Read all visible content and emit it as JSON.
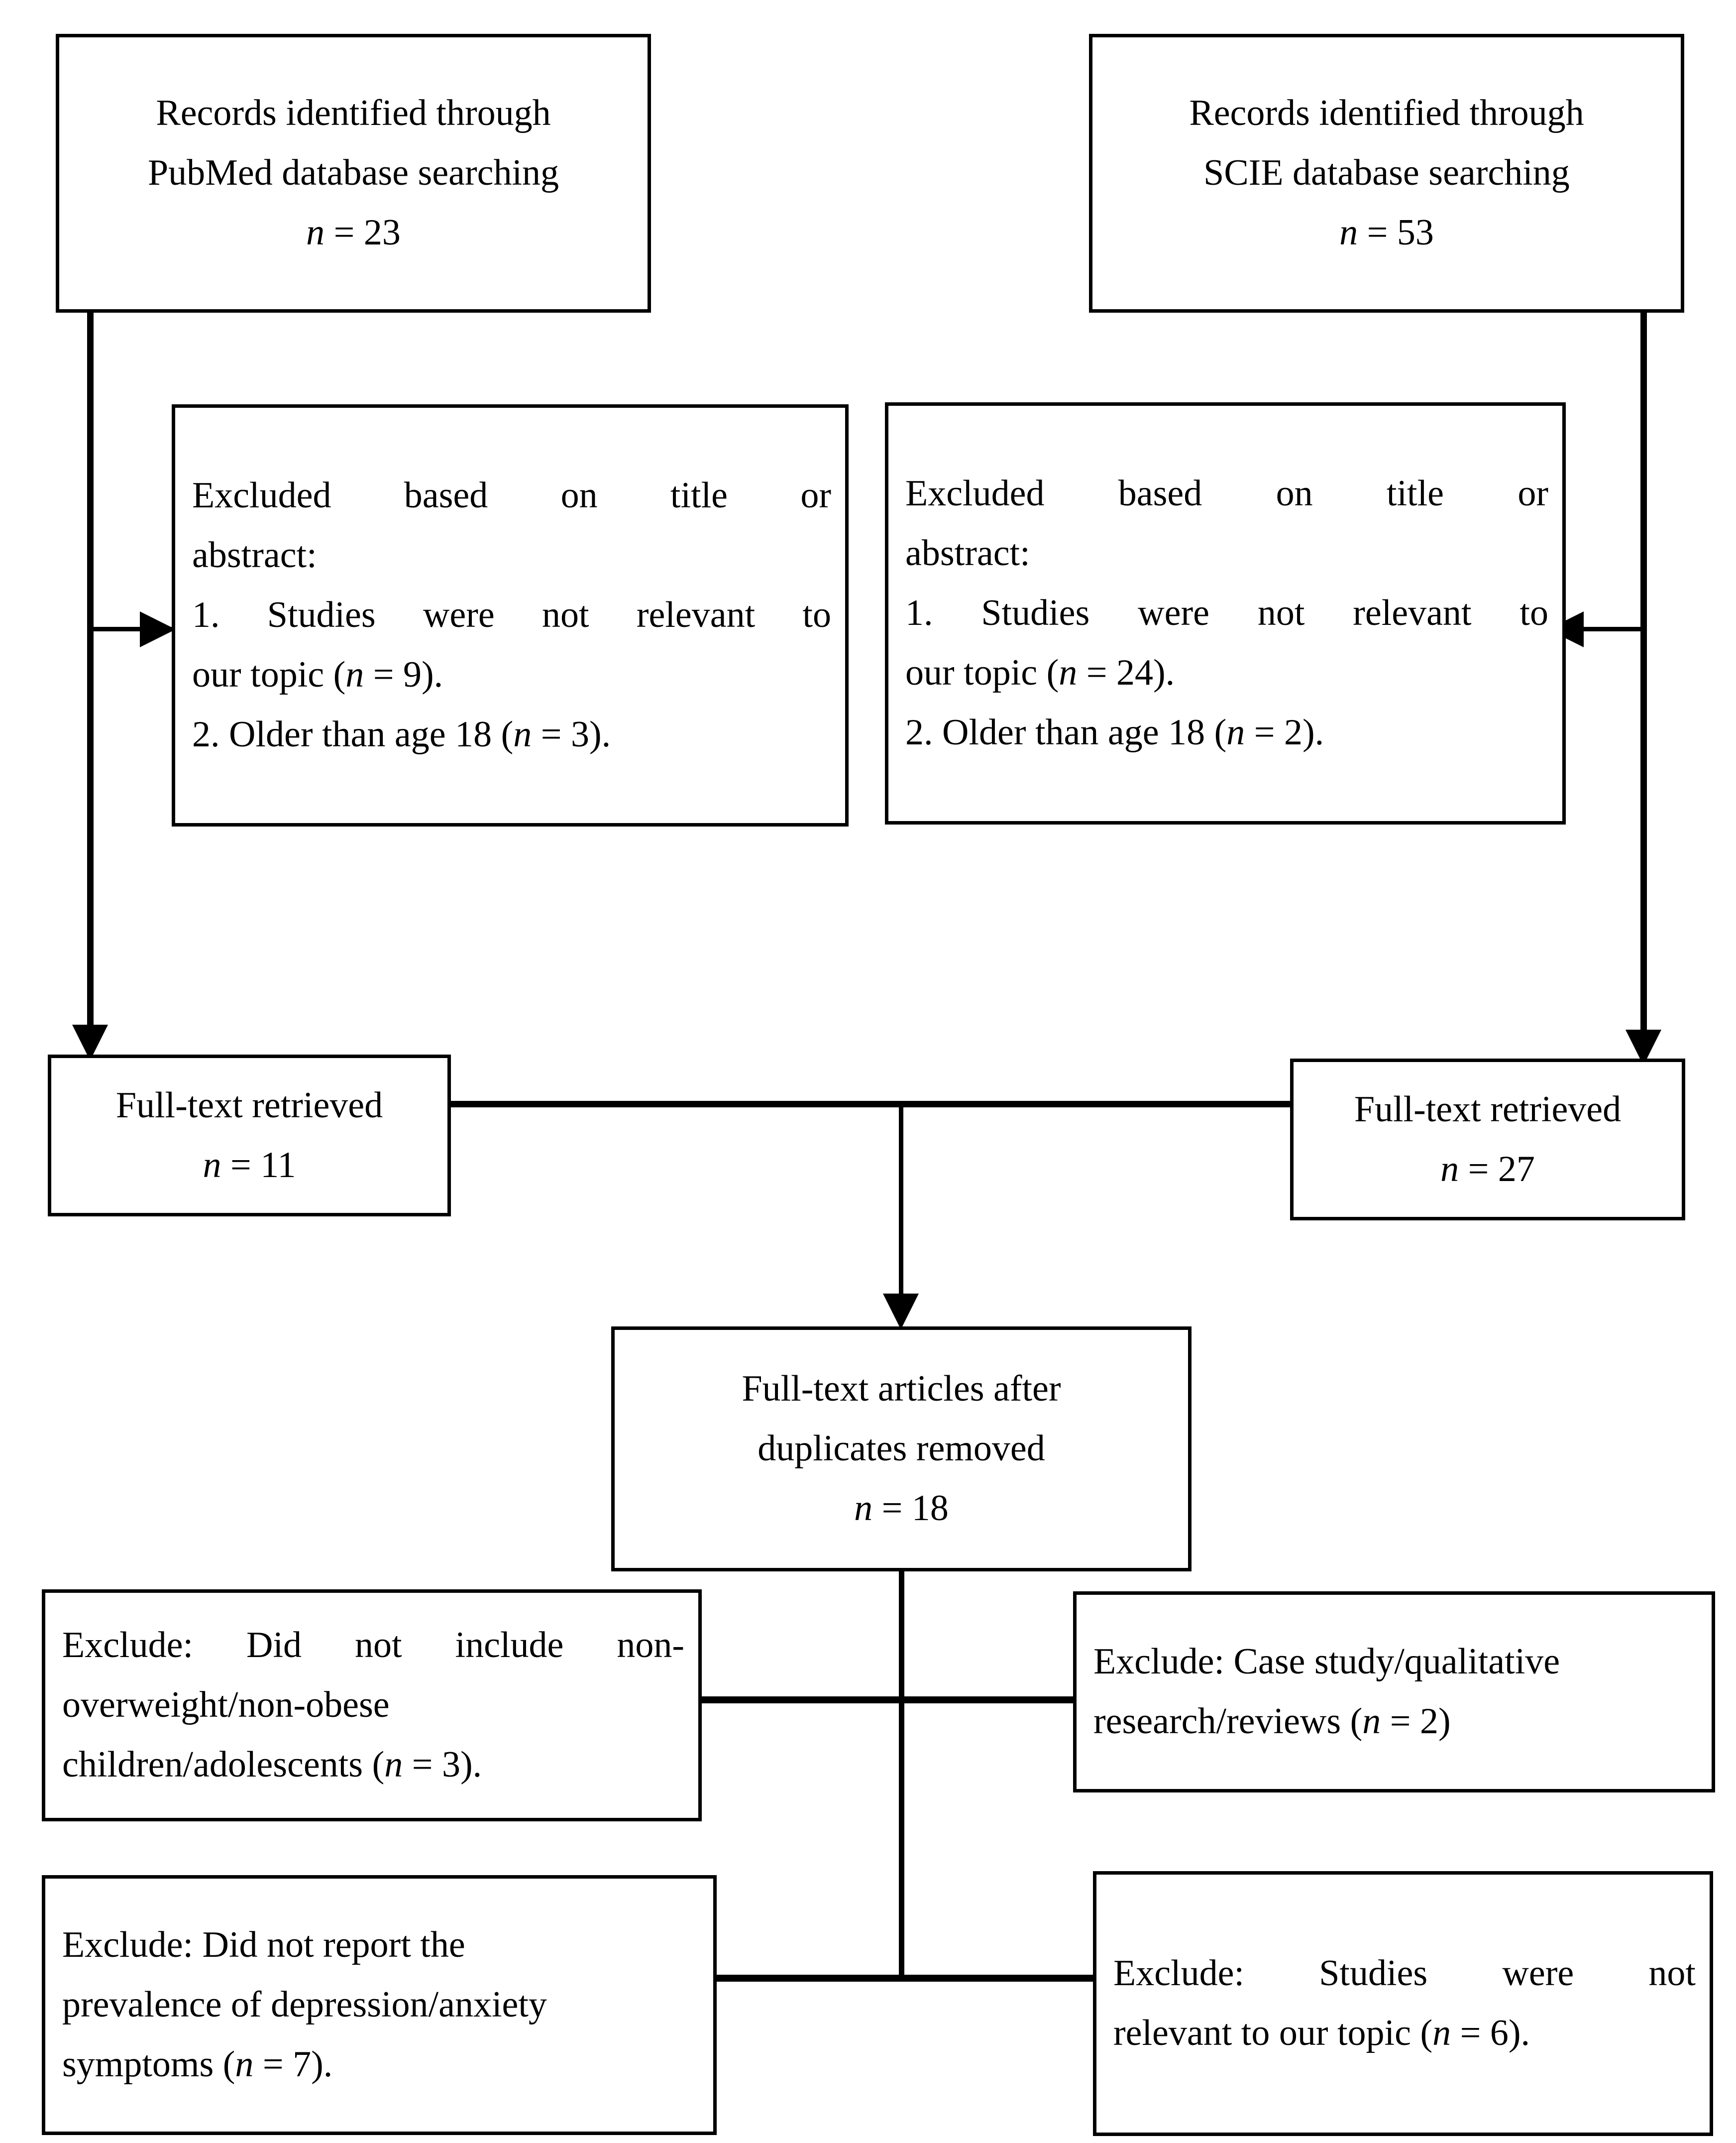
{
  "diagram": {
    "type": "prisma-flow-diagram",
    "title": "",
    "n_symbol": "n",
    "nodes": {
      "pubmed_source": {
        "lines": [
          "Records identified through",
          "PubMed database searching",
          "n = 23"
        ],
        "count": 23
      },
      "scie_source": {
        "lines": [
          "Records identified through",
          "SCIE database searching",
          "n = 53"
        ],
        "count": 53
      },
      "pubmed_excluded": {
        "lines": [
          "Excluded based on title or",
          "abstract:",
          "1. Studies were not relevant to",
          "our topic (n = 9).",
          "2. Older than age 18 (n = 3)."
        ],
        "counts": {
          "not_relevant": 9,
          "older_than_18": 3
        }
      },
      "scie_excluded": {
        "lines": [
          "Excluded based on title or",
          "abstract:",
          "1. Studies were not relevant to",
          "our topic (n = 24).",
          "2. Older than age 18 (n = 2)."
        ],
        "counts": {
          "not_relevant": 24,
          "older_than_18": 2
        }
      },
      "pubmed_fulltext": {
        "lines": [
          "Full-text retrieved",
          "n = 11"
        ],
        "count": 11
      },
      "scie_fulltext": {
        "lines": [
          "Full-text retrieved",
          "n = 27"
        ],
        "count": 27
      },
      "fulltext_dedup": {
        "lines": [
          "Full-text articles after",
          "duplicates removed",
          "n = 18"
        ],
        "count": 18
      },
      "exclude_non_overweight": {
        "lines": [
          "Exclude: Did not include non-",
          "overweight/non-obese",
          "children/adolescents (n = 3)."
        ],
        "count": 3
      },
      "exclude_case_study": {
        "lines": [
          "Exclude: Case study/qualitative",
          "research/reviews (n = 2)"
        ],
        "count": 2
      },
      "exclude_no_prevalence": {
        "lines": [
          "Exclude: Did not report the",
          "prevalence of depression/anxiety",
          "symptoms (n = 7)."
        ],
        "count": 7
      },
      "exclude_not_relevant": {
        "lines": [
          "Exclude: Studies were not",
          "relevant to our topic (n = 6)."
        ],
        "count": 6
      }
    },
    "colors": {
      "stroke": "#000000",
      "fill": "#ffffff",
      "text": "#000000"
    }
  }
}
